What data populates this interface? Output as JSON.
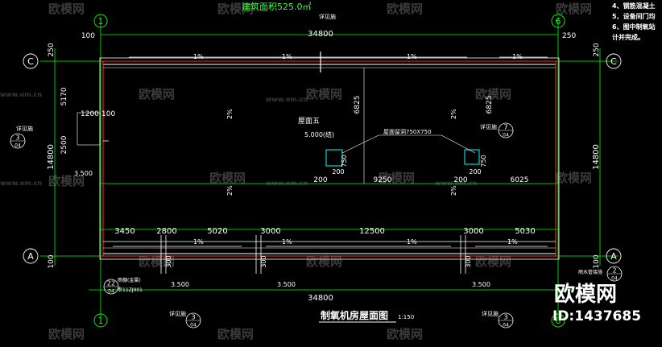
{
  "header": {
    "area_label": "建筑面积525.0㎡"
  },
  "notes": [
    "4、钢筋混凝土",
    "5、设备间门均",
    "6、图中制氧站",
    "计并完成。"
  ],
  "grid_labels": {
    "c_left": "C",
    "c_right": "C",
    "a_left": "A",
    "a_right": "A",
    "n1_top": "1",
    "n1_bottom": "1",
    "n6_top": "6",
    "n6_bottom": "6"
  },
  "dims": {
    "top_overall": "34800",
    "top_left_100": "100",
    "top_right_250": "250",
    "bottom_overall": "34800",
    "left_total": "14800",
    "right_total": "14800",
    "left_250": "250",
    "right_250": "250",
    "left_100": "100",
    "right_100": "100",
    "left_5170": "5170",
    "left_2500": "2500",
    "left_1200": "1200",
    "left_100b": "100",
    "mid_6825_left": "6825",
    "mid_6825_right": "6825",
    "mid_9250": "9250",
    "mid_6025": "6025",
    "mid_200_a": "200",
    "mid_750_a": "750",
    "mid_200_b": "200",
    "mid_750_b": "750",
    "mid_200_c": "200",
    "mid_200_d": "200",
    "mid_700_a": "200",
    "bottom_chain": [
      "3450",
      "2800",
      "5020",
      "3000",
      "12500",
      "3000",
      "5030"
    ],
    "parapet_300": "300"
  },
  "labels": {
    "roof_name": "屋面五",
    "roof_elev": "5.000(结)",
    "hatch_label": "屋面留洞750X750",
    "detail_word": "详见施",
    "detail_bottom": "详见施",
    "elev_3500": "3.500",
    "slope_2pct": "2%",
    "slope_1pct": "1%",
    "gutter": "雨棚(金属)",
    "gutter_ref": "参11ZJ901",
    "downpipe": "雨水管接施",
    "title": "制氧机房屋面图",
    "scale": "1:150"
  },
  "callouts": {
    "num3": "3",
    "sheet04": "04",
    "num7": "7",
    "num2": "2",
    "num22": "22"
  },
  "watermark": {
    "brand": "欧模网",
    "site": "www.om.cn",
    "big_brand": "欧模网",
    "id": "ID:1437685"
  },
  "colors": {
    "background": "#000000",
    "grid_line": "#00ff00",
    "wall": "#ffffff",
    "red_line": "#ff2a2a",
    "cyan": "#00ffff",
    "dim_text": "#ffffff",
    "green_text": "#3cff3c",
    "yellow": "#ffff00"
  }
}
